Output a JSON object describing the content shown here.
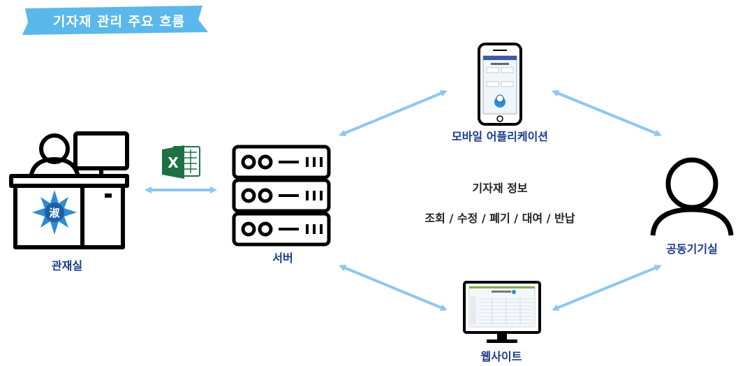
{
  "header": {
    "title": "기자재 관리 주요 흐름"
  },
  "nodes": {
    "office": {
      "label": "관재실"
    },
    "server": {
      "label": "서버"
    },
    "mobile": {
      "label": "모바일 어플리케이션"
    },
    "website": {
      "label": "웹사이트"
    },
    "lab": {
      "label": "공동기기실"
    }
  },
  "info": {
    "title": "기자재 정보",
    "actions": "조회 / 수정 / 폐기 / 대여 / 반납"
  },
  "icons": {
    "excel": "X",
    "logo_char": "淑"
  },
  "colors": {
    "banner": "#5bb8ea",
    "arrow": "#8ec7ef",
    "label": "#1a3c8c",
    "excel": "#1e7145",
    "logo": "#2e8bd8"
  }
}
